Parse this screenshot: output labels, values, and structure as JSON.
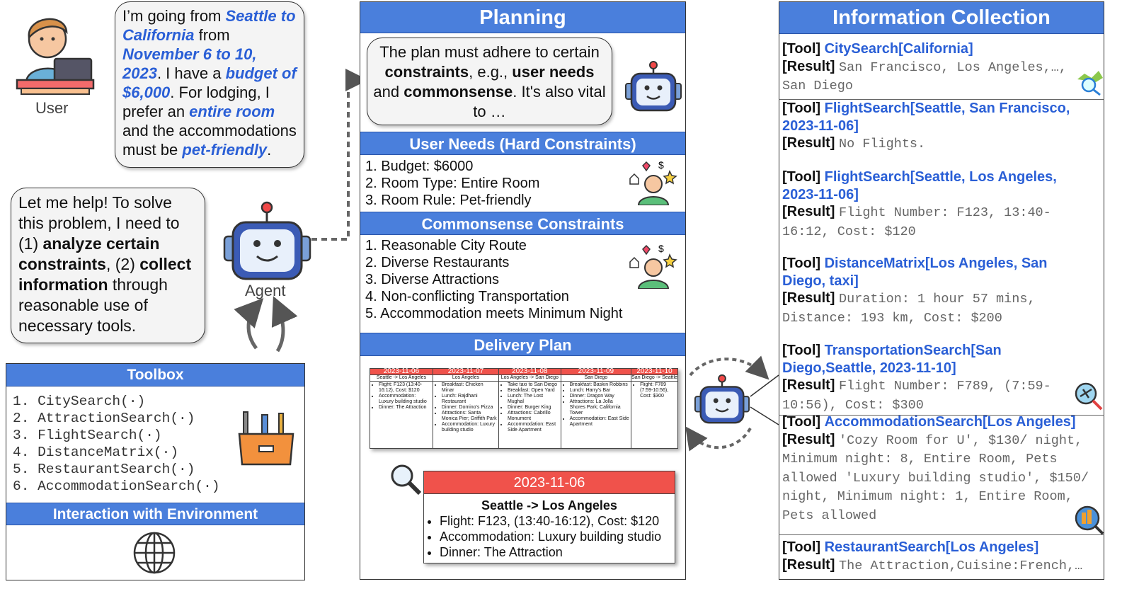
{
  "user": {
    "label": "User",
    "message": [
      {
        "t": "I’m going from ",
        "s": "n"
      },
      {
        "t": "Seattle to California",
        "s": "blue"
      },
      {
        "t": " from ",
        "s": "n"
      },
      {
        "t": "November 6 to 10, 2023",
        "s": "blue"
      },
      {
        "t": ". I have a ",
        "s": "n"
      },
      {
        "t": "budget of $6,000",
        "s": "blue"
      },
      {
        "t": ".  For lodging, I prefer an ",
        "s": "n"
      },
      {
        "t": "entire room",
        "s": "blue"
      },
      {
        "t": " and the accommodations must be ",
        "s": "n"
      },
      {
        "t": "pet-friendly",
        "s": "blue"
      },
      {
        "t": ".",
        "s": "n"
      }
    ]
  },
  "agent": {
    "label": "Agent",
    "message": [
      {
        "t": "Let me help! To solve this problem, I need to (1) ",
        "s": "n"
      },
      {
        "t": "analyze certain constraints",
        "s": "b"
      },
      {
        "t": ", (2) ",
        "s": "n"
      },
      {
        "t": "collect information",
        "s": "b"
      },
      {
        "t": " through reasonable use of necessary tools.",
        "s": "n"
      }
    ]
  },
  "toolbox": {
    "title": "Toolbox",
    "tools": [
      "1. CitySearch(·)",
      "2. AttractionSearch(·)",
      "3. FlightSearch(·)",
      "4. DistanceMatrix(·)",
      "5. RestaurantSearch(·)",
      "6. AccommodationSearch(·)"
    ],
    "env_title": "Interaction with Environment"
  },
  "planning": {
    "title": "Planning",
    "message": [
      {
        "t": "The plan must adhere to certain ",
        "s": "n"
      },
      {
        "t": "constraints",
        "s": "b"
      },
      {
        "t": ", e.g., ",
        "s": "n"
      },
      {
        "t": "user needs",
        "s": "b"
      },
      {
        "t": " and ",
        "s": "n"
      },
      {
        "t": "commonsense",
        "s": "b"
      },
      {
        "t": ". It's also vital to …",
        "s": "n"
      }
    ],
    "hard_title": "User Needs (Hard Constraints)",
    "hard": [
      "1. Budget: $6000",
      "2. Room Type: Entire Room",
      "3. Room Rule: Pet-friendly"
    ],
    "common_title": "Commonsense Constraints",
    "common": [
      "1. Reasonable City Route",
      "2. Diverse Restaurants",
      "3. Diverse Attractions",
      "4. Non-conflicting Transportation",
      "5. Accommodation meets Minimum Night"
    ],
    "delivery_title": "Delivery Plan",
    "days": [
      {
        "date": "2023-11-06",
        "route": "Seattle -> Los Angeles",
        "items": [
          "Flight: F123 (13:40-16:12), Cost: $120",
          "Accommodation: Luxury building studio",
          "Dinner: The Attraction"
        ]
      },
      {
        "date": "2023-11-07",
        "route": "Los Angeles",
        "items": [
          "Breakfast: Chicken Minar",
          "Lunch: Rajdhani Restaurant",
          "Dinner: Domino's Pizza",
          "Attractions: Santa Monica Pier; Griffith Park",
          "Accommodation: Luxury building studio"
        ]
      },
      {
        "date": "2023-11-08",
        "route": "Los Angeles -> San Diego",
        "items": [
          "Take taxi to San Diego",
          "Breakfast: Open Yard",
          "Lunch: The Lost Mughal",
          "Dinner: Burger King",
          "Attractions: Cabrillo Monument",
          "Accommodation: East Side Apartment"
        ]
      },
      {
        "date": "2023-11-09",
        "route": "San Diego",
        "items": [
          "Breakfast: Baskin Robbins",
          "Lunch: Harry's Bar",
          "Dinner: Dragon Way",
          "Attractions: La Jolla Shores Park; California Tower",
          "Accommodation: East Side Apartment"
        ]
      },
      {
        "date": "2023-11-10",
        "route": "San Diego -> Seattle",
        "items": [
          "Flight: F789 (7:59-10:56), Cost: $300"
        ]
      }
    ],
    "detail": {
      "date": "2023-11-06",
      "route": "Seattle -> Los Angeles",
      "items": [
        "Flight: F123, (13:40-16:12), Cost: $120",
        "Accommodation: Luxury building studio",
        "Dinner: The Attraction"
      ]
    }
  },
  "info": {
    "title": "Information Collection",
    "tool_tag": "[Tool]",
    "result_tag": "[Result]",
    "entries": [
      {
        "tool": "CitySearch[California]",
        "result": "San Francisco, Los Angeles,…, San Diego"
      },
      {
        "tool": "FlightSearch[Seattle, San Francisco, 2023-11-06]",
        "result": "No Flights."
      },
      {
        "tool": "FlightSearch[Seattle, Los Angeles, 2023-11-06]",
        "result": "Flight Number: F123, 13:40-16:12, Cost: $120"
      },
      {
        "tool": "DistanceMatrix[Los Angeles, San Diego, taxi]",
        "result": "Duration: 1 hour 57 mins, Distance: 193 km, Cost: $200"
      },
      {
        "tool": "TransportationSearch[San Diego,Seattle, 2023-11-10]",
        "result": "Flight Number: F789, (7:59-10:56), Cost: $300"
      },
      {
        "tool": "AccommodationSearch[Los Angeles]",
        "result": "'Cozy Room for U', $130/ night, Minimum night: 8, Entire Room, Pets allowed 'Luxury building studio', $150/ night, Minimum night: 1, Entire Room, Pets allowed"
      },
      {
        "tool": "RestaurantSearch[Los Angeles]",
        "result": "The Attraction,Cuisine:French,…"
      }
    ]
  },
  "colors": {
    "header": "#4a7fdc",
    "highlight": "#2a5fd6",
    "plan_red": "#f0524b"
  }
}
